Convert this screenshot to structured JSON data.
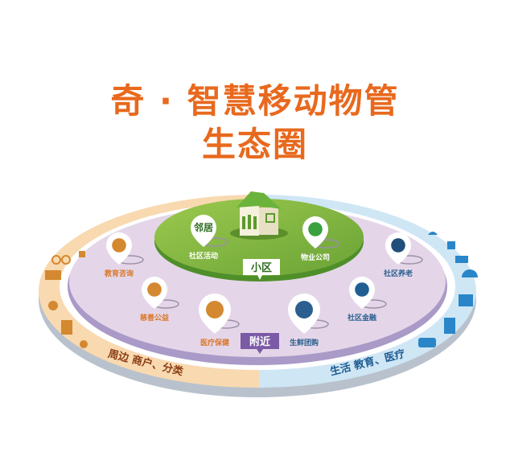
{
  "title": {
    "line1": "奇 · 智慧移动物管",
    "line2": "生态圈"
  },
  "inner": {
    "zone_label": "小区",
    "neighbor_pin": "邻居",
    "items": [
      "社区活动",
      "物业公司"
    ]
  },
  "middle": {
    "zone_label": "附近",
    "items": [
      "教育咨询",
      "慈善公益",
      "医疗保健",
      "生鲜团购",
      "社区金融",
      "社区养老"
    ]
  },
  "outer": {
    "left_label": "周边 商户、分类",
    "right_label": "生活 教育、医疗"
  },
  "colors": {
    "title": "#e8691e",
    "green": "#7cb342",
    "purple": "#7b5aa6",
    "orange_ring": "#f8d9b0",
    "blue_ring": "#cfe6f5",
    "orange_text": "#d9772a",
    "blue_text": "#2a5f8f"
  }
}
